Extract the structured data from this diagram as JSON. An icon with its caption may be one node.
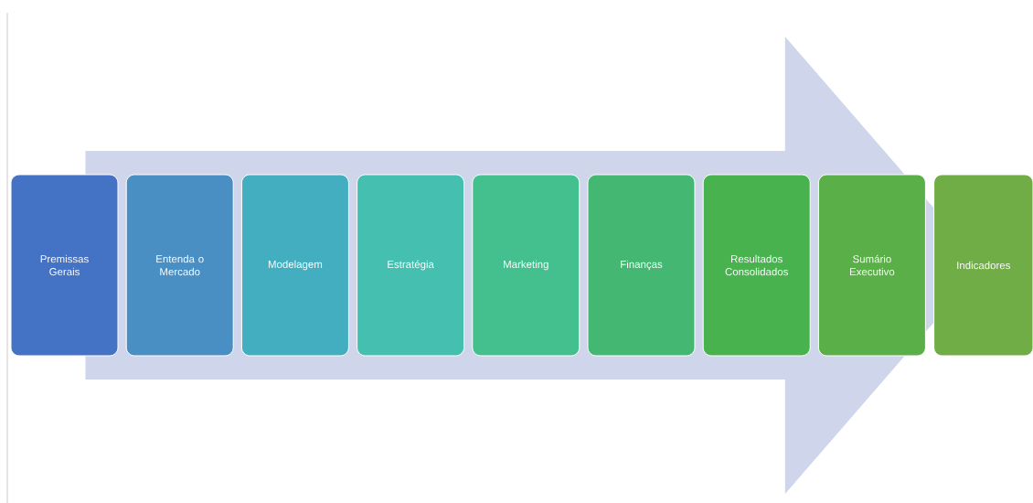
{
  "diagram": {
    "nodes": [
      {
        "text": [
          "Premissas Gerais"
        ]
      },
      {
        "text": [
          "Entenda o Mercado"
        ]
      },
      {
        "text": [
          "Modelagem"
        ]
      },
      {
        "text": [
          "Estratégia"
        ]
      },
      {
        "text": [
          "Marketing"
        ]
      },
      {
        "text": [
          "Finanças"
        ]
      },
      {
        "text": [
          "Resultados Consolidados"
        ]
      },
      {
        "text": [
          "Sumário Executivo"
        ]
      },
      {
        "text": [
          "Indicadores"
        ]
      }
    ],
    "edges": [
      {
        "from": 0,
        "to": 8,
        "arrow": "to"
      }
    ]
  }
}
